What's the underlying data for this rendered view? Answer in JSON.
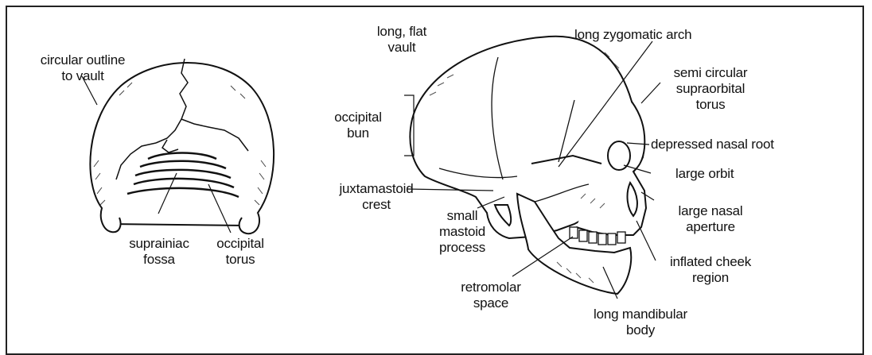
{
  "colors": {
    "ink": "#111111",
    "bone": "#ffffff",
    "frame": "#222222"
  },
  "posterior_view": {
    "labels": {
      "circular_outline": "circular outline\nto vault",
      "suprainiac_fossa": "suprainiac\nfossa",
      "occipital_torus": "occipital\ntorus"
    }
  },
  "lateral_view": {
    "labels": {
      "long_flat_vault": "long, flat\nvault",
      "long_zygomatic_arch": "long zygomatic arch",
      "semi_circular_supraorbital_torus": "semi circular\nsupraorbital\ntorus",
      "occipital_bun": "occipital\nbun",
      "depressed_nasal_root": "depressed nasal root",
      "large_orbit": "large orbit",
      "juxtamastoid_crest": "juxtamastoid\ncrest",
      "large_nasal_aperture": "large nasal\naperture",
      "small_mastoid_process": "small\nmastoid\nprocess",
      "inflated_cheek_region": "inflated cheek\nregion",
      "retromolar_space": "retromolar\nspace",
      "long_mandibular_body": "long mandibular\nbody"
    }
  }
}
